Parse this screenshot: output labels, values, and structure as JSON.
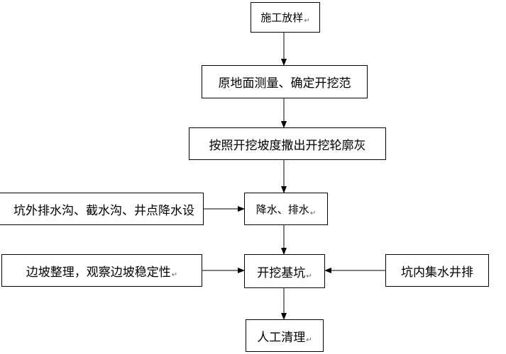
{
  "diagram": {
    "steps": {
      "stakeout": "施工放样",
      "survey": "原地面测量、确定开挖范",
      "ash_line": "按照开挖坡度撒出开挖轮廓灰",
      "dewater": "降水、排水",
      "excavate": "开挖基坑",
      "cleanup": "人工清理"
    },
    "inputs": {
      "drainage_setup": "坑外排水沟、截水沟、井点降水设",
      "slope_check": "边坡整理，观察边坡稳定性",
      "pit_drainage": "坑内集水井排"
    },
    "paragraph_mark": "↵"
  }
}
